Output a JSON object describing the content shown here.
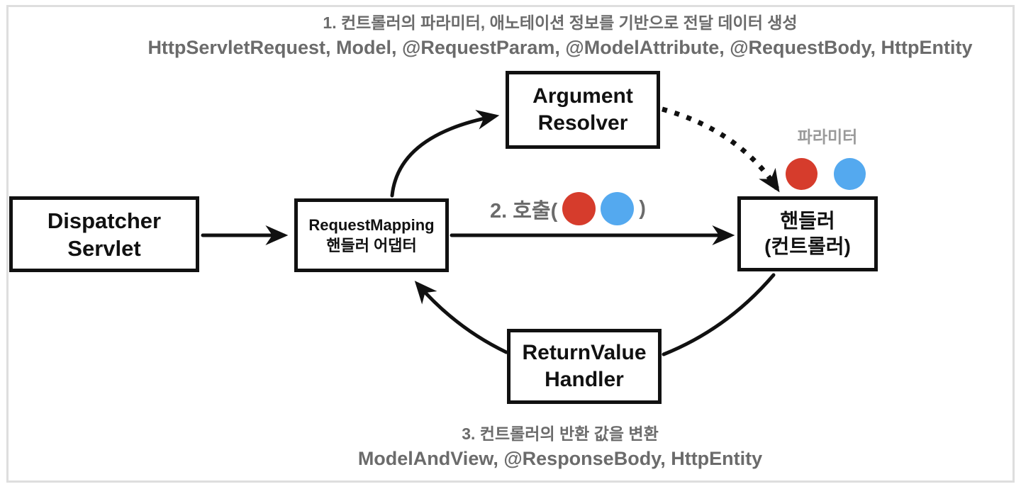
{
  "annotations": {
    "top": {
      "line1": "1. 컨트롤러의 파라미터, 애노테이션 정보를 기반으로 전달 데이터 생성",
      "line2": "HttpServletRequest, Model, @RequestParam, @ModelAttribute, @RequestBody, HttpEntity"
    },
    "bottom": {
      "line1": "3. 컨트롤러의 반환 값을 변환",
      "line2": "ModelAndView, @ResponseBody, HttpEntity"
    },
    "call": {
      "prefix": "2. 호출(",
      "suffix": ")"
    },
    "parameter_label": "파라미터"
  },
  "boxes": {
    "dispatcher_servlet": {
      "line1": "Dispatcher",
      "line2": "Servlet"
    },
    "handler_adapter": {
      "line1": "RequestMapping",
      "line2": "핸들러 어댑터"
    },
    "argument_resolver": {
      "line1": "Argument",
      "line2": "Resolver"
    },
    "handler": {
      "line1": "핸들러",
      "line2": "(컨트롤러)"
    },
    "return_value_handler": {
      "line1": "ReturnValue",
      "line2": "Handler"
    }
  },
  "colors": {
    "red_dot": "#d63c2c",
    "blue_dot": "#54a9ef",
    "annotation_gray": "#6b6b6b",
    "parameter_label_gray": "#9a9a9a",
    "box_border": "#111111",
    "arrow": "#111111",
    "frame_border": "#dedede"
  }
}
